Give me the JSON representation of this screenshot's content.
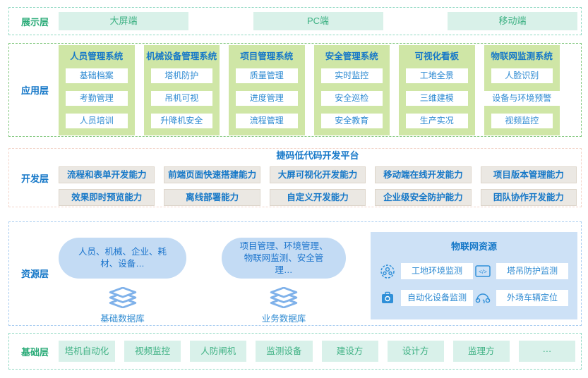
{
  "display": {
    "label": "展示层",
    "items": [
      "大屏端",
      "PC端",
      "移动端"
    ]
  },
  "application": {
    "label": "应用层",
    "columns": [
      {
        "title": "人员管理系统",
        "items": [
          "基础档案",
          "考勤管理",
          "人员培训"
        ]
      },
      {
        "title": "机械设备管理系统",
        "items": [
          "塔机防护",
          "吊机可视",
          "升降机安全"
        ]
      },
      {
        "title": "项目管理系统",
        "items": [
          "质量管理",
          "进度管理",
          "流程管理"
        ]
      },
      {
        "title": "安全管理系统",
        "items": [
          "实时监控",
          "安全巡检",
          "安全教育"
        ]
      },
      {
        "title": "可视化看板",
        "items": [
          "工地全景",
          "三维建模",
          "生产实况"
        ]
      },
      {
        "title": "物联网监测系统",
        "items": [
          "人脸识别",
          "设备与环境预警",
          "视频监控"
        ]
      }
    ]
  },
  "development": {
    "label": "开发层",
    "platform_title": "捷码低代码开发平台",
    "row1": [
      "流程和表单开发能力",
      "前端页面快速搭建能力",
      "大屏可视化开发能力",
      "移动端在线开发能力",
      "项目版本管理能力"
    ],
    "row2": [
      "效果即时预览能力",
      "离线部署能力",
      "自定义开发能力",
      "企业级安全防护能力",
      "团队协作开发能力"
    ]
  },
  "resource": {
    "label": "资源层",
    "databases": [
      {
        "bubble": "人员、机械、企业、耗材、设备…",
        "name": "基础数据库",
        "icon": "layers-icon"
      },
      {
        "bubble": "项目管理、环境管理、物联网监测、安全管理…",
        "name": "业务数据库",
        "icon": "layers-icon"
      }
    ],
    "iot": {
      "title": "物联网资源",
      "items": [
        {
          "label": "工地环境监测",
          "icon": "environment-monitor-icon"
        },
        {
          "label": "塔吊防护监测",
          "icon": "code-window-icon"
        },
        {
          "label": "自动化设备监测",
          "icon": "toolbox-icon"
        },
        {
          "label": "外场车辆定位",
          "icon": "vehicle-locate-icon"
        }
      ]
    }
  },
  "base": {
    "label": "基础层",
    "items": [
      "塔机自动化",
      "视频监控",
      "人防闸机",
      "监测设备",
      "建设方",
      "设计方",
      "监理方",
      "···"
    ]
  },
  "colors": {
    "green_accent": "#2aab78",
    "blue_accent": "#1678c8",
    "mint_fill": "#d9f1e9",
    "app_column_fill": "#cfe6a6",
    "dev_box_fill": "#ebe8e3",
    "resource_fill": "#c3dbf4",
    "iot_box_fill": "#cde1f6",
    "border_green": "#82c87e",
    "border_teal": "#8fd8c2",
    "border_pink": "#f2d4c9",
    "border_blue": "#a6cbf0"
  }
}
